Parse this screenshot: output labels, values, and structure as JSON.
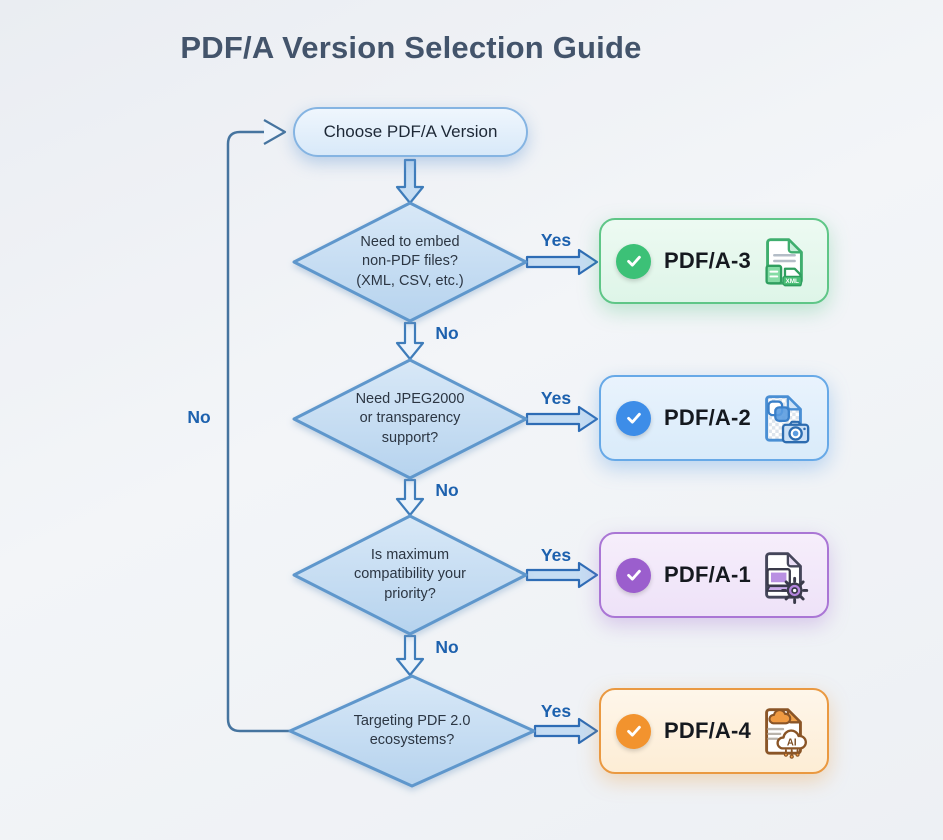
{
  "title": "PDF/A Version Selection Guide",
  "start": {
    "label": "Choose PDF/A Version"
  },
  "loop": {
    "no_label": "No"
  },
  "decisions": [
    {
      "question": "Need to embed\nnon-PDF files?\n(XML, CSV, etc.)",
      "yes_label": "Yes",
      "no_label": "No"
    },
    {
      "question": "Need JPEG2000\nor transparency\nsupport?",
      "yes_label": "Yes",
      "no_label": "No"
    },
    {
      "question": "Is maximum\ncompatibility your\npriority?",
      "yes_label": "Yes",
      "no_label": "No"
    },
    {
      "question": "Targeting PDF 2.0\necosystems?",
      "yes_label": "Yes"
    }
  ],
  "results": [
    {
      "label": "PDF/A-3",
      "theme": "green",
      "accent": "#3cc177",
      "icon": "document-embedded-files-icon",
      "badge": "XML"
    },
    {
      "label": "PDF/A-2",
      "theme": "blue",
      "accent": "#3d8de8",
      "icon": "document-transparency-camera-icon"
    },
    {
      "label": "PDF/A-1",
      "theme": "purple",
      "accent": "#9b5ecd",
      "icon": "document-computer-gear-icon"
    },
    {
      "label": "PDF/A-4",
      "theme": "orange",
      "accent": "#f2932e",
      "icon": "document-cloud-ai-icon",
      "badge": "AI"
    }
  ]
}
